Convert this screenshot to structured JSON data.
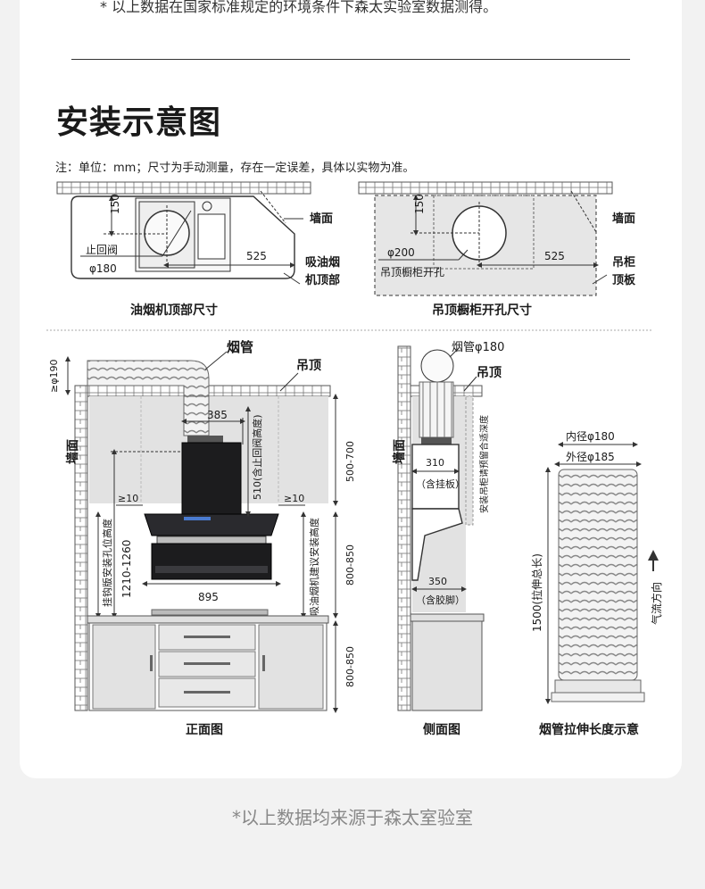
{
  "header": {
    "top_note": "*  以上数据在国家标准规定的环境条件下森太实验室数据测得。",
    "title": "安装示意图",
    "note": "注：单位：mm；尺寸为手动测量，存在一定误差，具体以实物为准。"
  },
  "top_left": {
    "dim_150": "150",
    "check_valve": "止回阀",
    "dia_180": "φ180",
    "dim_525": "525",
    "wall": "墙面",
    "hood_top_line1": "吸油烟",
    "hood_top_line2": "机顶部",
    "caption": "油烟机顶部尺寸"
  },
  "top_right": {
    "dim_150": "150",
    "dia_200": "φ200",
    "hole_label": "吊顶橱柜开孔",
    "dim_525": "525",
    "wall": "墙面",
    "cabinet_line1": "吊柜",
    "cabinet_line2": "顶板",
    "caption": "吊顶橱柜开孔尺寸"
  },
  "front": {
    "duct": "烟管",
    "ceiling": "吊顶",
    "min_190": "≥φ190",
    "wall": "墙面",
    "dim_385": "385",
    "dim_500_700": "500-700",
    "dim_510": "510(含止回阀高度)",
    "gap_left": "≥10",
    "gap_right": "≥10",
    "dim_1210_1260": "1210-1260",
    "hook_height": "挂钩版安装孔位高度",
    "install_height": "吸油烟机建议安装高度",
    "dim_800_850_a": "800-850",
    "dim_800_850_b": "800-850",
    "dim_895": "895",
    "caption": "正面图"
  },
  "side": {
    "duct": "烟管φ180",
    "ceiling": "吊顶",
    "wall": "墙面",
    "dim_310": "310",
    "board_note": "（含挂板）",
    "depth_note": "安装吊柜请预留合适深度",
    "dim_350": "350",
    "feet_note": "（含胶脚）",
    "caption": "侧面图"
  },
  "duct_diagram": {
    "inner": "内径φ180",
    "outer": "外径φ185",
    "length": "1500(拉伸总长)",
    "airflow": "气流方向",
    "caption": "烟管拉伸长度示意"
  },
  "footer": "*以上数据均来源于森太室验室"
}
